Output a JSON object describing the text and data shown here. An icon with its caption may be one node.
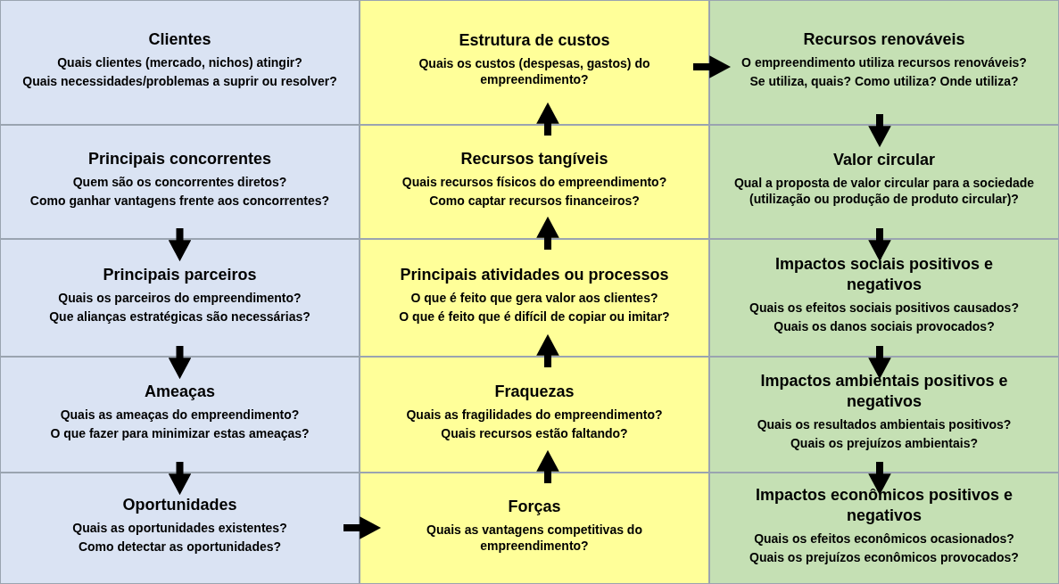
{
  "diagram": {
    "nodes": [
      {
        "text": [
          "Clientes",
          "Quais clientes (mercado, nichos)  atingir?",
          "Quais necessidades/problemas a suprir ou resolver?"
        ]
      },
      {
        "text": [
          "Principais concorrentes",
          "Quem são os concorrentes diretos?",
          "Como ganhar vantagens frente aos concorrentes?"
        ]
      },
      {
        "text": [
          "Principais parceiros",
          "Quais os parceiros do empreendimento?",
          "Que alianças estratégicas são necessárias?"
        ]
      },
      {
        "text": [
          "Ameaças",
          "Quais as ameaças do empreendimento?",
          "O que fazer para minimizar estas ameaças?"
        ]
      },
      {
        "text": [
          "Oportunidades",
          "Quais as oportunidades existentes?",
          "Como detectar as oportunidades?"
        ]
      },
      {
        "text": [
          "Estrutura de custos",
          "Quais os custos (despesas, gastos) do empreendimento?"
        ]
      },
      {
        "text": [
          "Recursos tangíveis",
          "Quais recursos físicos do empreendimento?",
          "Como captar recursos financeiros?"
        ]
      },
      {
        "text": [
          "Principais atividades ou processos",
          "O que é feito que gera valor aos clientes?",
          "O que é feito que é difícil de copiar ou imitar?"
        ]
      },
      {
        "text": [
          "Fraquezas",
          "Quais as fragilidades do empreendimento?",
          "Quais recursos estão faltando?"
        ]
      },
      {
        "text": [
          "Forças",
          "Quais as vantagens competitivas do empreendimento?"
        ]
      },
      {
        "text": [
          "Recursos renováveis",
          "O empreendimento utiliza recursos renováveis?",
          "Se utiliza, quais? Como utiliza? Onde utiliza?"
        ]
      },
      {
        "text": [
          "Valor circular",
          "Qual a proposta de valor circular para a sociedade (utilização ou produção de produto circular)?"
        ]
      },
      {
        "text": [
          "Impactos sociais positivos e negativos",
          "Quais os efeitos sociais positivos causados?",
          "Quais os danos sociais provocados?"
        ]
      },
      {
        "text": [
          "Impactos ambientais positivos e negativos",
          "Quais os resultados ambientais positivos?",
          "Quais os prejuízos ambientais?"
        ]
      },
      {
        "text": [
          "Impactos econômicos positivos e negativos",
          "Quais os efeitos econômicos ocasionados?",
          "Quais os prejuízos econômicos provocados?"
        ]
      }
    ],
    "edges": [
      {
        "from": 1,
        "to": 2,
        "arrow": "to"
      },
      {
        "from": 2,
        "to": 3,
        "arrow": "to"
      },
      {
        "from": 3,
        "to": 4,
        "arrow": "to"
      },
      {
        "from": 4,
        "to": 9,
        "arrow": "to"
      },
      {
        "from": 9,
        "to": 8,
        "arrow": "to"
      },
      {
        "from": 8,
        "to": 7,
        "arrow": "to"
      },
      {
        "from": 7,
        "to": 6,
        "arrow": "to"
      },
      {
        "from": 6,
        "to": 5,
        "arrow": "to"
      },
      {
        "from": 5,
        "to": 10,
        "arrow": "to"
      },
      {
        "from": 10,
        "to": 11,
        "arrow": "to"
      },
      {
        "from": 11,
        "to": 12,
        "arrow": "to"
      },
      {
        "from": 12,
        "to": 13,
        "arrow": "to"
      },
      {
        "from": 13,
        "to": 14,
        "arrow": "to"
      }
    ]
  }
}
